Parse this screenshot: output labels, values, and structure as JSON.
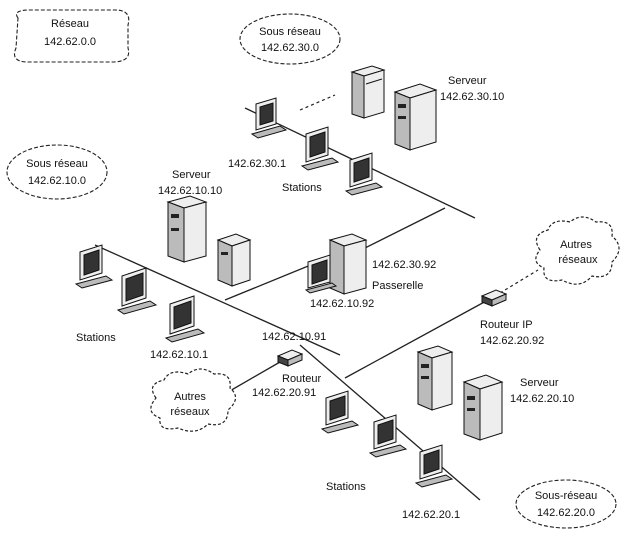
{
  "network": {
    "label": "Réseau",
    "address": "142.62.0.0"
  },
  "subnets": {
    "a": {
      "label": "Sous réseau",
      "address": "142.62.30.0"
    },
    "b": {
      "label": "Sous réseau",
      "address": "142.62.10.0"
    },
    "c": {
      "label": "Sous-réseau",
      "address": "142.62.20.0"
    }
  },
  "servers": {
    "top": {
      "label": "Serveur",
      "address": "142.62.30.10"
    },
    "left": {
      "label": "Serveur",
      "address": "142.62.10.10"
    },
    "bottom": {
      "label": "Serveur",
      "address": "142.62.20.10"
    }
  },
  "stations": {
    "top_address": "142.62.30.1",
    "top_label": "Stations",
    "left_label": "Stations",
    "left_address": "142.62.10.1",
    "bottom_label": "Stations",
    "bottom_address": "142.62.20.1"
  },
  "gateway": {
    "label": "Passerelle",
    "address_upper": "142.62.30.92",
    "address_lower": "142.62.10.92"
  },
  "router_ip": {
    "label": "Routeur IP",
    "address": "142.62.20.92"
  },
  "router": {
    "address_upper": "142.62.10.91",
    "label": "Routeur",
    "address_lower": "142.62.20.91"
  },
  "clouds": {
    "right": {
      "line1": "Autres",
      "line2": "réseaux"
    },
    "left": {
      "line1": "Autres",
      "line2": "réseaux"
    }
  }
}
